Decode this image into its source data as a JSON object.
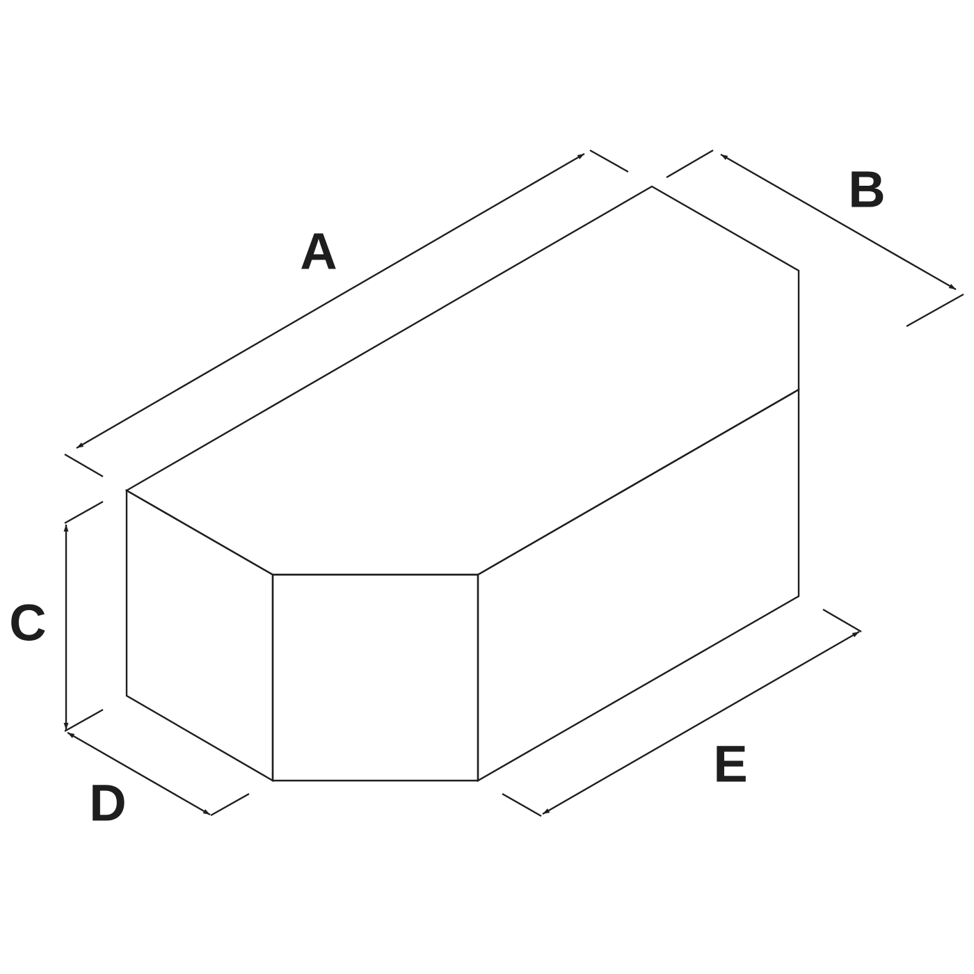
{
  "labels": {
    "a": "A",
    "b": "B",
    "c": "C",
    "d": "D",
    "e": "E"
  },
  "colors": {
    "top_face": "#D88A70",
    "side_faces": "#A81818",
    "outline": "#1E1E1E",
    "dimension_lines": "#1E1E1E",
    "label_text": "#1E1E1E",
    "background": "#FFFFFF"
  }
}
